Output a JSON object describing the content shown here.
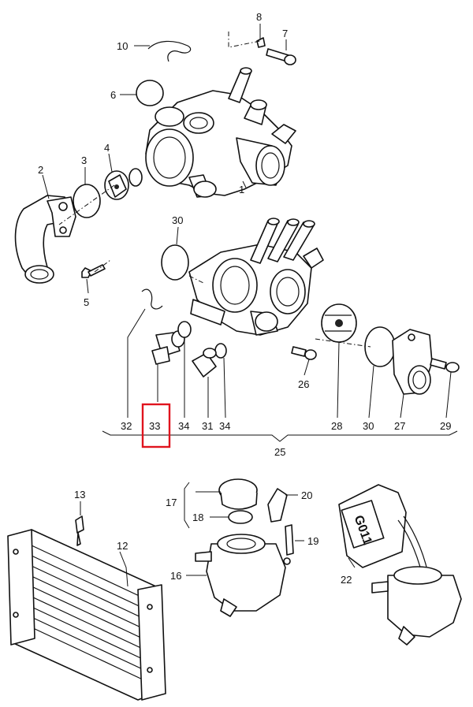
{
  "labels": {
    "l1": "1",
    "l2": "2",
    "l3": "3",
    "l4": "4",
    "l5": "5",
    "l6": "6",
    "l7": "7",
    "l8": "8",
    "l10": "10",
    "l12": "12",
    "l13": "13",
    "l16": "16",
    "l17": "17",
    "l18": "18",
    "l19": "19",
    "l20": "20",
    "l22": "22",
    "l25": "25",
    "l26": "26",
    "l27": "27",
    "l28": "28",
    "l29": "29",
    "l30a": "30",
    "l30b": "30",
    "l31": "31",
    "l32": "32",
    "l33": "33",
    "l34a": "34",
    "l34b": "34"
  },
  "coolant_bottle_label": "G011",
  "highlight": {
    "label": "33",
    "color": "#e0141e"
  }
}
